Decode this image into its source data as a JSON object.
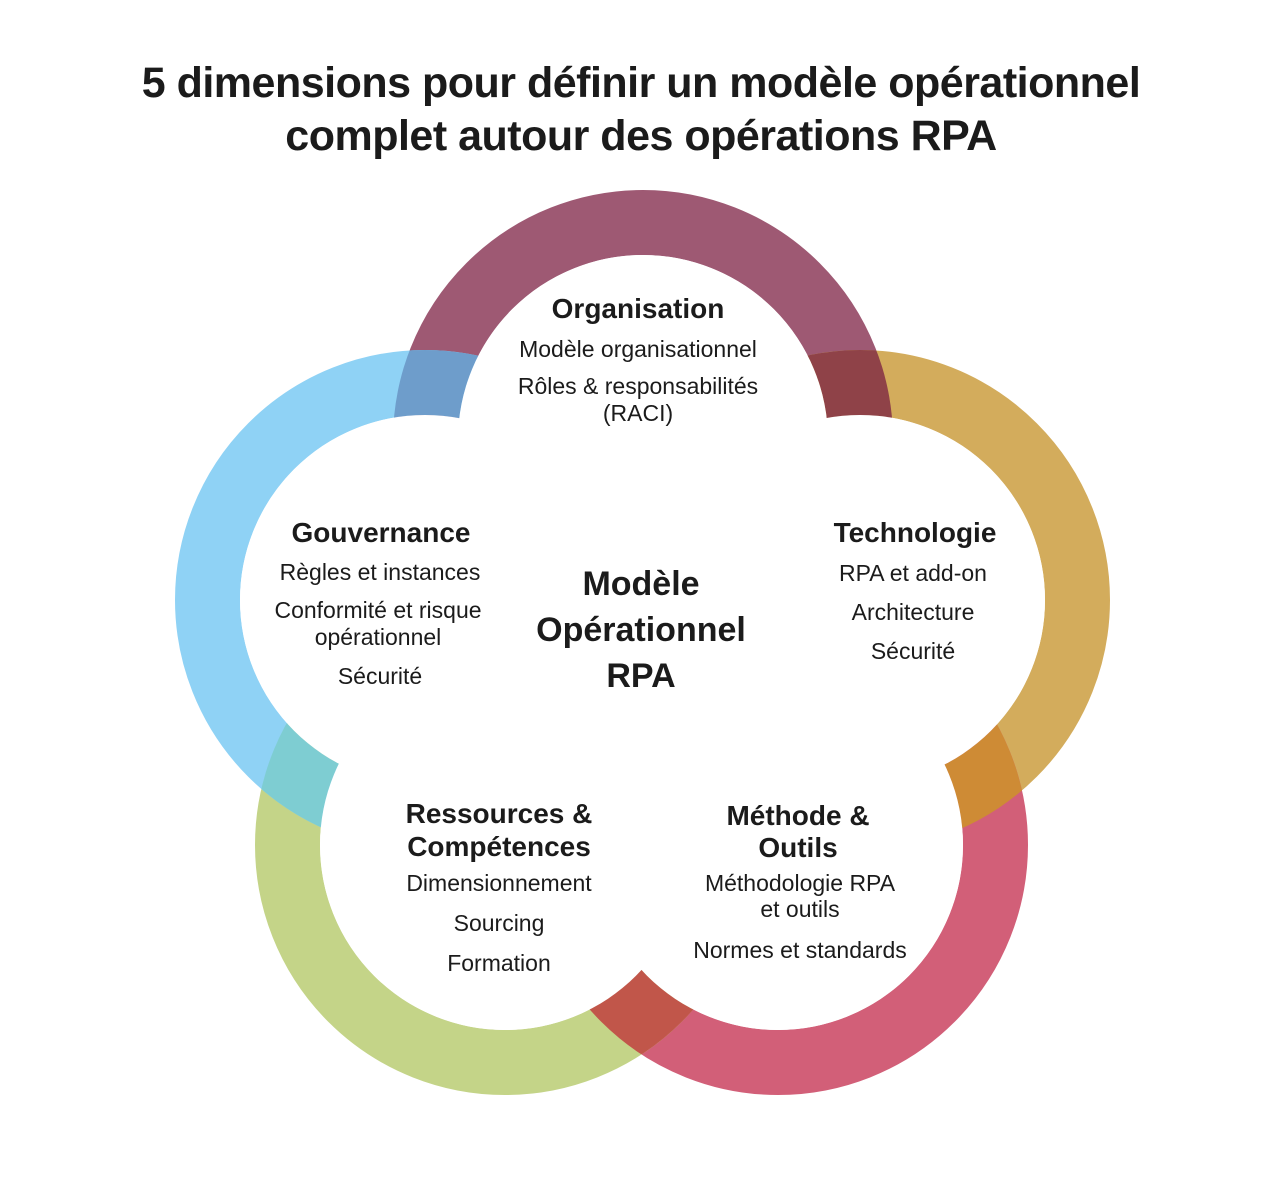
{
  "title": {
    "lines": [
      "5 dimensions pour définir un modèle opérationnel",
      "complet autour des opérations RPA"
    ]
  },
  "center_label": {
    "lines": [
      "Modèle",
      "Opérationnel",
      "RPA"
    ]
  },
  "petals": [
    {
      "id": "organisation",
      "color": "#9E5973",
      "heading_lines": [
        "Organisation"
      ],
      "detail_lines": [
        "Modèle organisationnel",
        "Rôles & responsabilités",
        "(RACI)"
      ]
    },
    {
      "id": "technologie",
      "color": "#D3AC5C",
      "heading_lines": [
        "Technologie"
      ],
      "detail_lines": [
        "RPA et add-on",
        "Architecture",
        "Sécurité"
      ]
    },
    {
      "id": "methode-outils",
      "color": "#D25F78",
      "heading_lines": [
        "Méthode &",
        "Outils"
      ],
      "detail_lines": [
        "Méthodologie RPA",
        "et outils",
        "Normes et standards"
      ]
    },
    {
      "id": "ressources-competences",
      "color": "#C4D488",
      "heading_lines": [
        "Ressources &",
        "Compétences"
      ],
      "detail_lines": [
        "Dimensionnement",
        "Sourcing",
        "Formation"
      ]
    },
    {
      "id": "gouvernance",
      "color": "#8FD2F5",
      "heading_lines": [
        "Gouvernance"
      ],
      "detail_lines": [
        "Règles et instances",
        "Conformité et risque",
        "opérationnel",
        "Sécurité"
      ]
    }
  ],
  "overlaps": [
    {
      "id": "gouvernance-organisation",
      "color": "#6E9DCB"
    },
    {
      "id": "organisation-technologie",
      "color": "#8F4248"
    },
    {
      "id": "technologie-methode",
      "color": "#CE8B35"
    },
    {
      "id": "methode-ressources",
      "color": "#C1564A"
    },
    {
      "id": "ressources-gouvernance",
      "color": "#7ECDD2"
    }
  ],
  "colors": {
    "background": "#FFFFFF",
    "text": "#1B1B1B"
  }
}
